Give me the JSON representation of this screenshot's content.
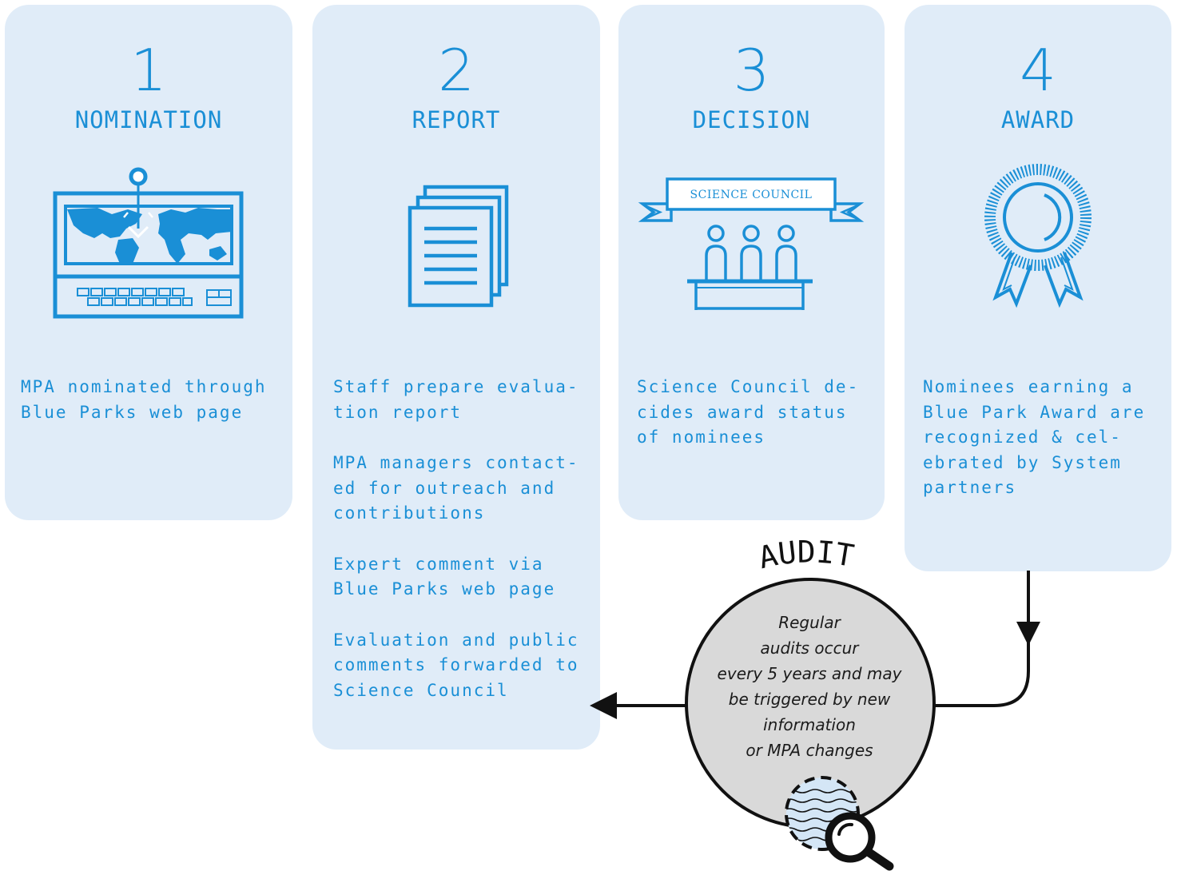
{
  "steps": [
    {
      "number": "1",
      "title": "NOMINATION",
      "icon": "world-map-computer-icon",
      "paragraphs": [
        "MPA nominated through\nBlue Parks web page"
      ]
    },
    {
      "number": "2",
      "title": "REPORT",
      "icon": "documents-stack-icon",
      "paragraphs": [
        "Staff prepare evalua-\ntion report",
        "MPA managers contact-\ned for outreach and\ncontributions",
        "Expert comment via\nBlue Parks web page",
        "Evaluation and public\ncomments forwarded to\nScience Council"
      ]
    },
    {
      "number": "3",
      "title": "DECISION",
      "icon": "science-council-icon",
      "banner": "SCIENCE COUNCIL",
      "paragraphs": [
        "Science Council de-\ncides award status\nof nominees"
      ]
    },
    {
      "number": "4",
      "title": "AWARD",
      "icon": "award-ribbon-icon",
      "paragraphs": [
        "Nominees earning a\nBlue Park Award are\nrecognized & cel-\nebrated by System\npartners"
      ]
    }
  ],
  "audit": {
    "label": "AUDIT",
    "text": "Regular\naudits occur\nevery 5 years and may\nbe triggered by new\ninformation\nor MPA changes",
    "icon": "magnifier-icon"
  },
  "colors": {
    "accent": "#1a8fd6",
    "card": "#e0ecf8",
    "audit_fill": "#d9d9d9"
  }
}
